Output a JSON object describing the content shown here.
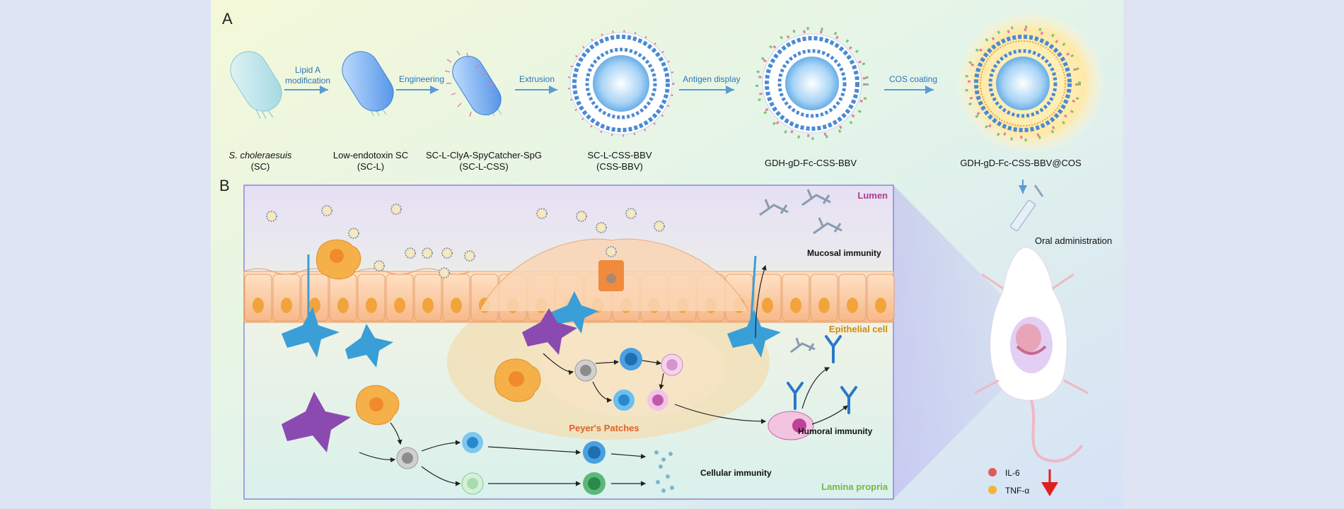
{
  "panel_a": {
    "letter": "A",
    "arrows": [
      {
        "line1": "Lipid A",
        "line2": "modification"
      },
      {
        "line1": "Engineering",
        "line2": ""
      },
      {
        "line1": "Extrusion",
        "line2": ""
      },
      {
        "line1": "Antigen display",
        "line2": ""
      },
      {
        "line1": "COS coating",
        "line2": ""
      }
    ],
    "stages": [
      {
        "line1": "S. choleraesuis",
        "line2": "(SC)"
      },
      {
        "line1": "Low-endotoxin SC",
        "line2": "(SC-L)"
      },
      {
        "line1": "SC-L-ClyA-SpyCatcher-SpG",
        "line2": "(SC-L-CSS)"
      },
      {
        "line1": "SC-L-CSS-BBV",
        "line2": "(CSS-BBV)"
      },
      {
        "line1": "GDH-gD-Fc-CSS-BBV",
        "line2": ""
      },
      {
        "line1": "GDH-gD-Fc-CSS-BBV@COS",
        "line2": ""
      }
    ]
  },
  "panel_b": {
    "letter": "B",
    "lumen": "Lumen",
    "epithelial": "Epithelial cell",
    "lamina": "Lamina propria",
    "peyers": "Peyer's Patches",
    "mucosal": "Mucosal immunity",
    "humoral": "Humoral immunity",
    "cellular": "Cellular immunity",
    "oral": "Oral administration",
    "legend": [
      {
        "label": "IL-6",
        "color": "#e05a5a"
      },
      {
        "label": "TNF-α",
        "color": "#f2b437"
      }
    ]
  },
  "colors": {
    "arrow": "#5b9bd5",
    "label_blue": "#2e75b6",
    "lumen_text": "#b03a8c",
    "epithelial_text": "#d08a10",
    "lamina_text": "#7ab648",
    "peyers_text": "#e0602a",
    "down_arrow": "#e02020"
  }
}
